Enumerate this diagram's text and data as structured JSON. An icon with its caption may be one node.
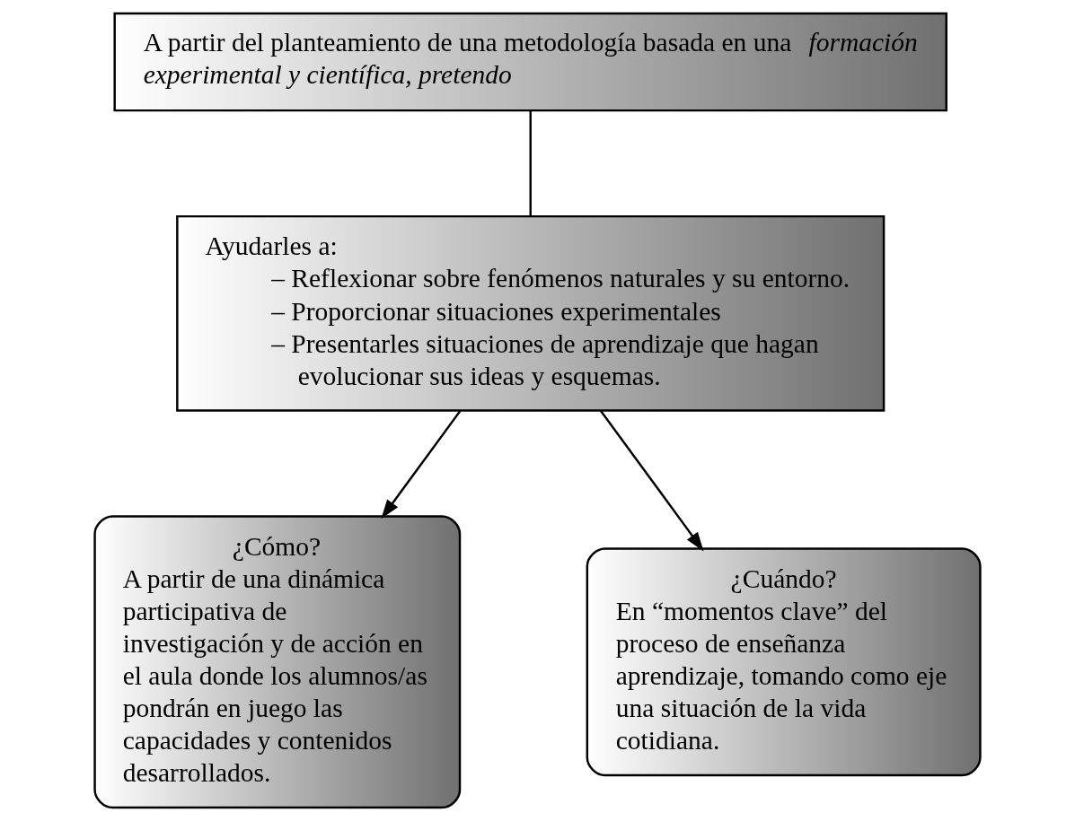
{
  "diagram": {
    "nodes": [
      {
        "text": [
          "A partir del planteamiento de una metodología basada en una *formación experimental y científica, pretendo*"
        ]
      },
      {
        "text": [
          "Ayudarles a:",
          "– Reflexionar sobre fenómenos naturales y su entorno.",
          "– Proporcionar situaciones experimentales",
          "– Presentarles situaciones de aprendizaje que hagan evolucionar sus ideas y esquemas."
        ]
      },
      {
        "text": [
          "¿Cómo?",
          "A partir de una dinámica participativa de investigación y de acción en el aula donde los alumnos/as pondrán en juego las capacidades y contenidos desarrollados."
        ]
      },
      {
        "text": [
          "¿Cuándo?",
          "En “momentos clave” del proceso de enseñanza aprendizaje, tomando como eje una situación de la vida cotidiana."
        ]
      }
    ],
    "edges": [
      {
        "from": 0,
        "to": 1,
        "arrow": "none"
      },
      {
        "from": 1,
        "to": 2,
        "arrow": "to"
      },
      {
        "from": 1,
        "to": 3,
        "arrow": "to"
      }
    ]
  }
}
